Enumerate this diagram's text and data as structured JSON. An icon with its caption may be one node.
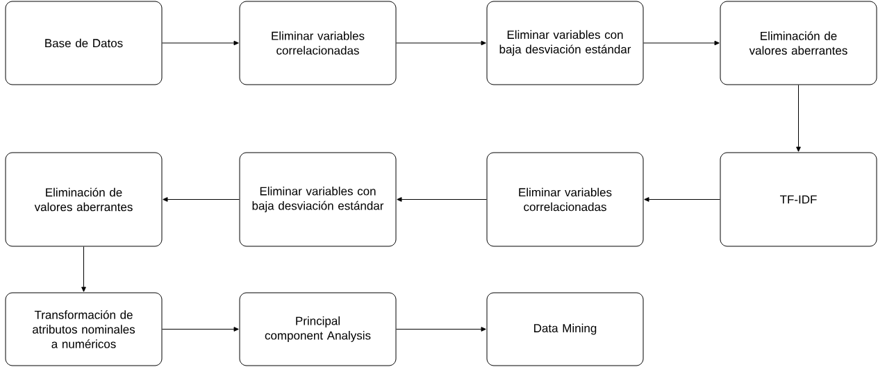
{
  "diagram": {
    "nodes": [
      {
        "text": [
          "Base de Datos"
        ]
      },
      {
        "text": [
          "Eliminar variables correlacionadas"
        ]
      },
      {
        "text": [
          "Eliminar variables con baja desviación estándar"
        ]
      },
      {
        "text": [
          "Eliminación de valores aberrantes"
        ]
      },
      {
        "text": [
          "TF-IDF"
        ]
      },
      {
        "text": [
          "Eliminar variables correlacionadas"
        ]
      },
      {
        "text": [
          "Eliminar variables con baja desviación estándar"
        ]
      },
      {
        "text": [
          "Eliminación de valores aberrantes"
        ]
      },
      {
        "text": [
          "Transformación de atributos nominales a numéricos"
        ]
      },
      {
        "text": [
          "Principal component Analysis"
        ]
      },
      {
        "text": [
          "Data Mining"
        ]
      }
    ],
    "edges": [
      {
        "from": 0,
        "to": 1,
        "arrow": "to"
      },
      {
        "from": 1,
        "to": 2,
        "arrow": "to"
      },
      {
        "from": 2,
        "to": 3,
        "arrow": "to"
      },
      {
        "from": 3,
        "to": 4,
        "arrow": "to"
      },
      {
        "from": 4,
        "to": 5,
        "arrow": "to"
      },
      {
        "from": 5,
        "to": 6,
        "arrow": "to"
      },
      {
        "from": 6,
        "to": 7,
        "arrow": "to"
      },
      {
        "from": 7,
        "to": 8,
        "arrow": "to"
      },
      {
        "from": 8,
        "to": 9,
        "arrow": "to"
      },
      {
        "from": 9,
        "to": 10,
        "arrow": "to"
      }
    ]
  }
}
